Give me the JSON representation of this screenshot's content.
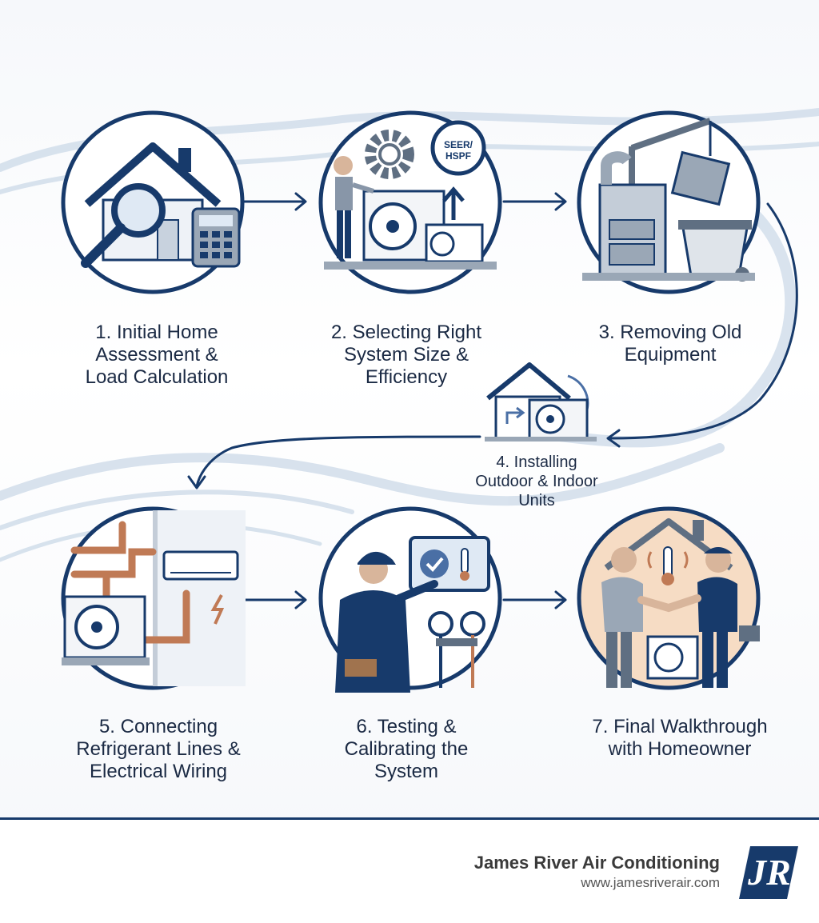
{
  "steps": [
    {
      "label": "1. Initial Home\nAssessment &\nLoad Calculation",
      "icon": "house-magnifier-calculator-icon"
    },
    {
      "label": "2. Selecting Right\nSystem Size &\nEfficiency",
      "icon": "technician-gear-gauge-icon",
      "gauge_text": "SEER/\nHSPF"
    },
    {
      "label": "3. Removing Old\nEquipment",
      "icon": "crane-furnace-dumpster-icon"
    },
    {
      "label": "4. Installing\nOutdoor & Indoor\nUnits",
      "icon": "house-outdoor-unit-icon"
    },
    {
      "label": "5. Connecting\nRefrigerant Lines &\nElectrical Wiring",
      "icon": "pipes-wall-unit-icon"
    },
    {
      "label": "6. Testing &\nCalibrating the\nSystem",
      "icon": "technician-gauges-thermostat-icon"
    },
    {
      "label": "7. Final Walkthrough\nwith Homeowner",
      "icon": "handshake-homeowner-icon"
    }
  ],
  "footer": {
    "company_name": "James River Air Conditioning",
    "company_url": "www.jamesriverair.com",
    "logo_text": "JR"
  },
  "colors": {
    "navy": "#173a6b",
    "steel": "#5f6f82",
    "light_blue": "#dfe9f4",
    "copper": "#c07a55",
    "warm": "#f6dcc4"
  }
}
